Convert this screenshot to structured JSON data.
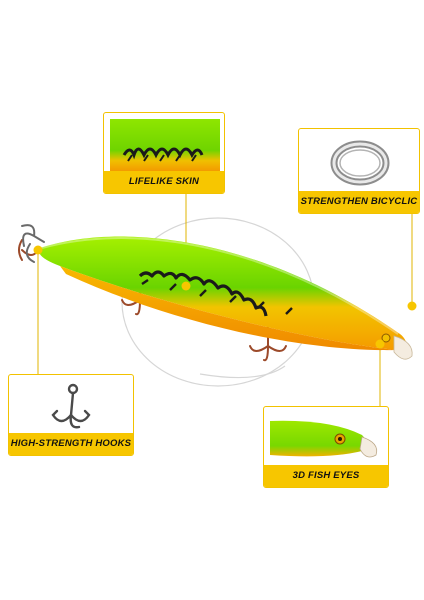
{
  "callouts": {
    "skin": {
      "label": "LIFELIKE SKIN"
    },
    "ring": {
      "label": "STRENGTHEN BICYCLIC"
    },
    "hooks": {
      "label": "HIGH-STRENGTH HOOKS"
    },
    "eyes": {
      "label": "3D FISH EYES"
    }
  },
  "colors": {
    "accent": "#f7c600",
    "lure_green": "#7ee000",
    "lure_orange": "#f5a400",
    "pattern": "#1a1a1a"
  }
}
